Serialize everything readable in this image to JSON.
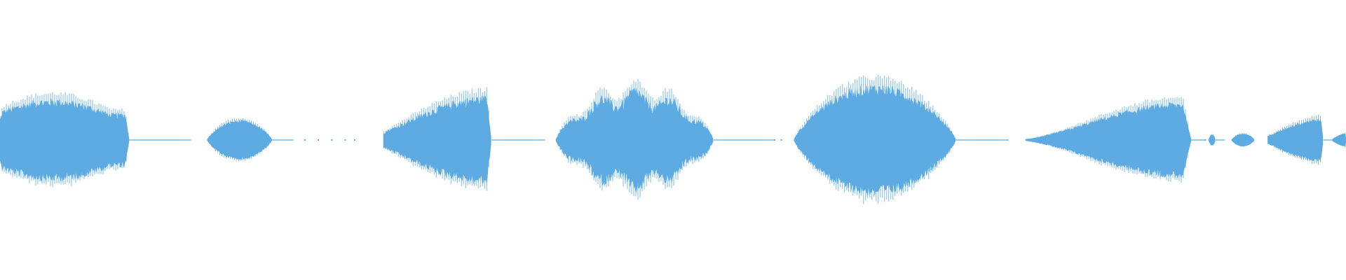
{
  "waveform": {
    "color": "#5dabe1",
    "background": "#ffffff",
    "bursts": [
      {
        "start": 0.0,
        "end": 0.096,
        "peak": 0.46,
        "shape": "flat",
        "texture": 0.22
      },
      {
        "start": 0.154,
        "end": 0.202,
        "peak": 0.22,
        "shape": "bell",
        "texture": 0.15
      },
      {
        "start": 0.285,
        "end": 0.365,
        "peak": 0.5,
        "shape": "rise",
        "texture": 0.25
      },
      {
        "start": 0.413,
        "end": 0.53,
        "peak": 0.6,
        "shape": "bell-wobble",
        "texture": 0.28
      },
      {
        "start": 0.59,
        "end": 0.71,
        "peak": 0.62,
        "shape": "bell",
        "texture": 0.22
      },
      {
        "start": 0.762,
        "end": 0.885,
        "peak": 0.42,
        "shape": "rise-late",
        "texture": 0.2
      },
      {
        "start": 0.898,
        "end": 0.903,
        "peak": 0.06,
        "shape": "bell",
        "texture": 0.1
      },
      {
        "start": 0.915,
        "end": 0.932,
        "peak": 0.07,
        "shape": "bell",
        "texture": 0.1
      },
      {
        "start": 0.942,
        "end": 0.983,
        "peak": 0.24,
        "shape": "rise",
        "texture": 0.18
      },
      {
        "start": 0.99,
        "end": 1.0,
        "peak": 0.07,
        "shape": "rise",
        "texture": 0.1
      }
    ],
    "silence_lines": [
      {
        "start": 0.096,
        "end": 0.142
      },
      {
        "start": 0.202,
        "end": 0.218
      },
      {
        "start": 0.365,
        "end": 0.405
      },
      {
        "start": 0.53,
        "end": 0.575
      },
      {
        "start": 0.71,
        "end": 0.748
      },
      {
        "start": 0.885,
        "end": 0.895
      },
      {
        "start": 0.903,
        "end": 0.91
      },
      {
        "start": 0.983,
        "end": 0.99
      }
    ],
    "dots": [
      0.226,
      0.236,
      0.246,
      0.256,
      0.263,
      0.575,
      0.58,
      0.748,
      0.895
    ]
  }
}
